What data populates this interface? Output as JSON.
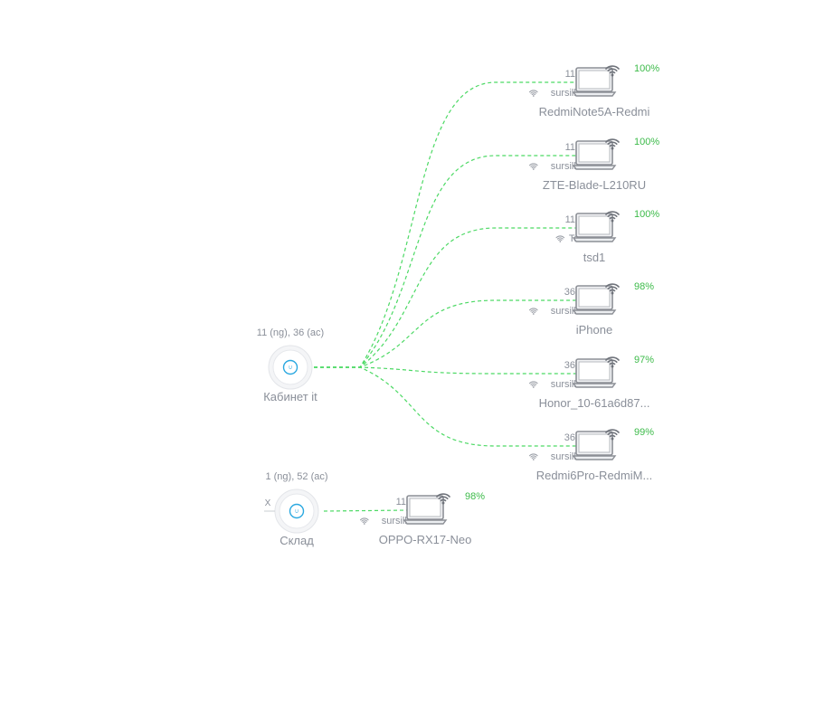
{
  "colors": {
    "link": "#4cd964",
    "signal_text": "#3dbb4a",
    "ap_accent": "#2aa8e0",
    "text": "#8a8f99"
  },
  "aps": [
    {
      "name": "Кабинет it",
      "channels": "11 (ng), 36 (ac)",
      "icon": "access-point-icon",
      "logo": "U",
      "clients": [
        {
          "name": "RedmiNote5A-Redmi",
          "channel": "11",
          "ssid": "sursilka",
          "signal": "100%",
          "icon": "laptop-wifi-icon"
        },
        {
          "name": "ZTE-Blade-L210RU",
          "channel": "11",
          "ssid": "sursilka",
          "signal": "100%",
          "icon": "laptop-wifi-icon"
        },
        {
          "name": "tsd1",
          "channel": "11",
          "ssid": "Tsd",
          "signal": "100%",
          "icon": "laptop-wifi-icon"
        },
        {
          "name": "iPhone",
          "channel": "36",
          "ssid": "sursilka",
          "signal": "98%",
          "icon": "laptop-wifi-icon"
        },
        {
          "name": "Honor_10-61a6d87...",
          "channel": "36",
          "ssid": "sursilka",
          "signal": "97%",
          "icon": "laptop-wifi-icon"
        },
        {
          "name": "Redmi6Pro-RedmiM...",
          "channel": "36",
          "ssid": "sursilka",
          "signal": "99%",
          "icon": "laptop-wifi-icon"
        }
      ]
    },
    {
      "name": "Склад",
      "channels": "1 (ng), 52 (ac)",
      "icon": "access-point-icon",
      "logo": "U",
      "uplink_marker": "X",
      "clients": [
        {
          "name": "OPPO-RX17-Neo",
          "channel": "11",
          "ssid": "sursilka",
          "signal": "98%",
          "icon": "laptop-wifi-icon"
        }
      ]
    }
  ]
}
